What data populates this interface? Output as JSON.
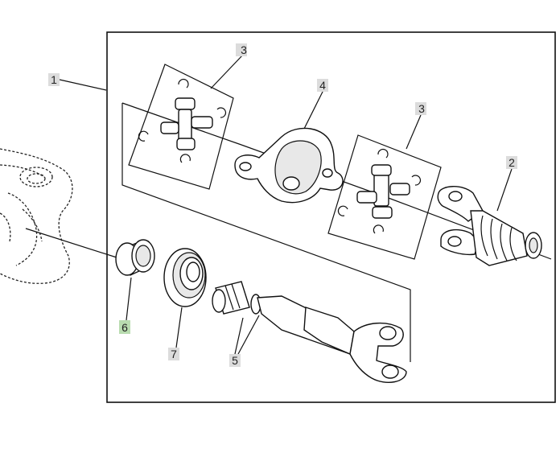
{
  "callouts": {
    "c1": "1",
    "c2": "2",
    "c3a": "3",
    "c3b": "3",
    "c4": "4",
    "c5": "5",
    "c6": "6",
    "c7": "7"
  },
  "colors": {
    "label_bg": "#dcdcdc",
    "highlight_bg": "#b9dcb0",
    "line": "#111111"
  }
}
